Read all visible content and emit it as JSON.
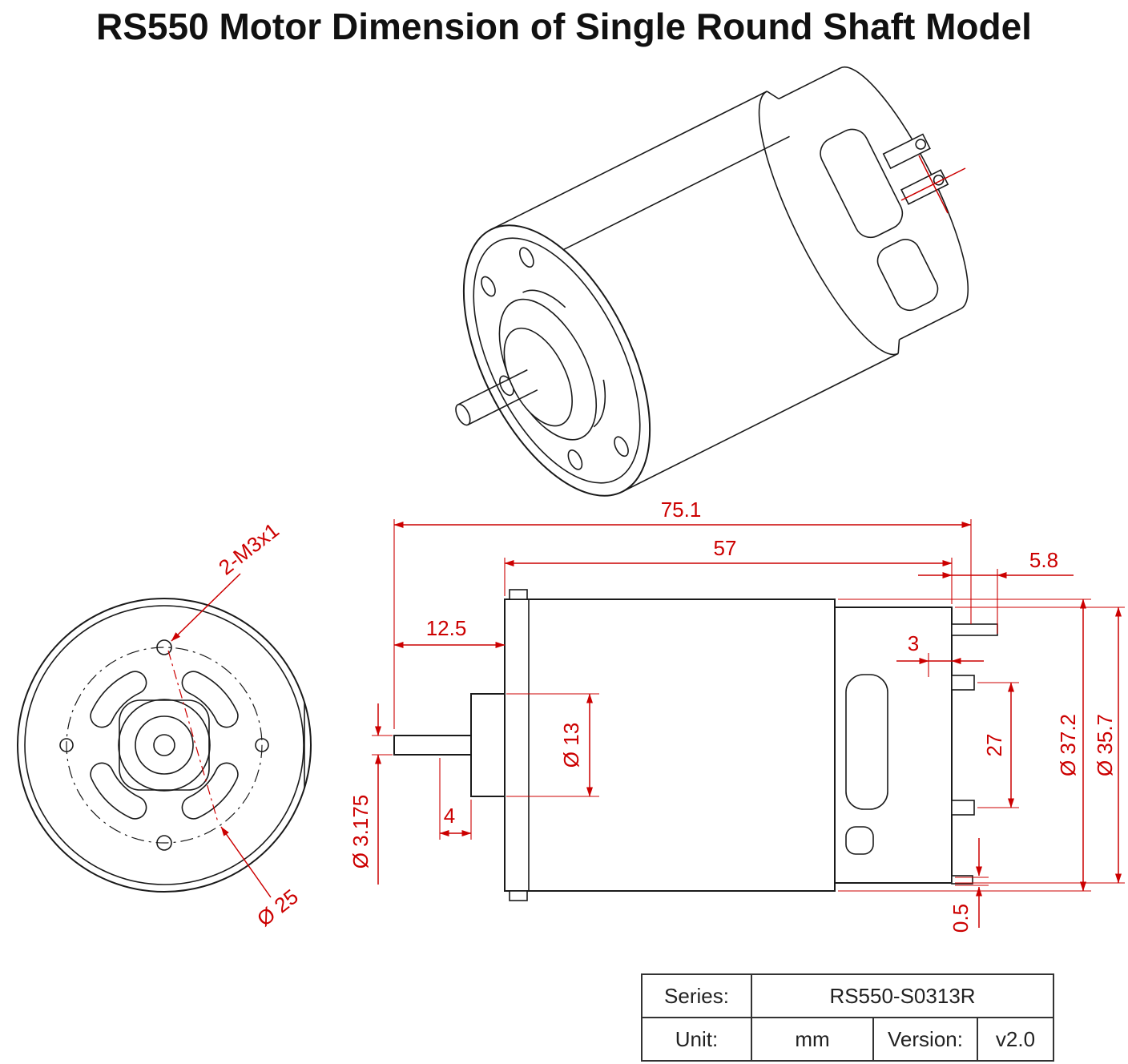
{
  "title": "RS550 Motor Dimension of Single Round Shaft Model",
  "colors": {
    "line": "#1a1a1a",
    "dimension": "#cc0000",
    "background": "#ffffff"
  },
  "dimensions": {
    "overall_length": "75.1",
    "body_length": "57",
    "terminal_length": "5.8",
    "shaft_length": "12.5",
    "rear_boss_length": "3",
    "boss_diameter": "Ø 13",
    "terminal_span": "27",
    "body_diameter": "Ø 37.2",
    "cap_diameter": "Ø 35.7",
    "shaft_step": "4",
    "shaft_diameter": "Ø 3.175",
    "tab_thickness": "0.5",
    "mount_thread": "2-M3x1",
    "mount_circle_diameter": "Ø 25"
  },
  "spec_table": {
    "series_label": "Series:",
    "series_value": "RS550-S0313R",
    "unit_label": "Unit:",
    "unit_value": "mm",
    "version_label": "Version:",
    "version_value": "v2.0"
  }
}
